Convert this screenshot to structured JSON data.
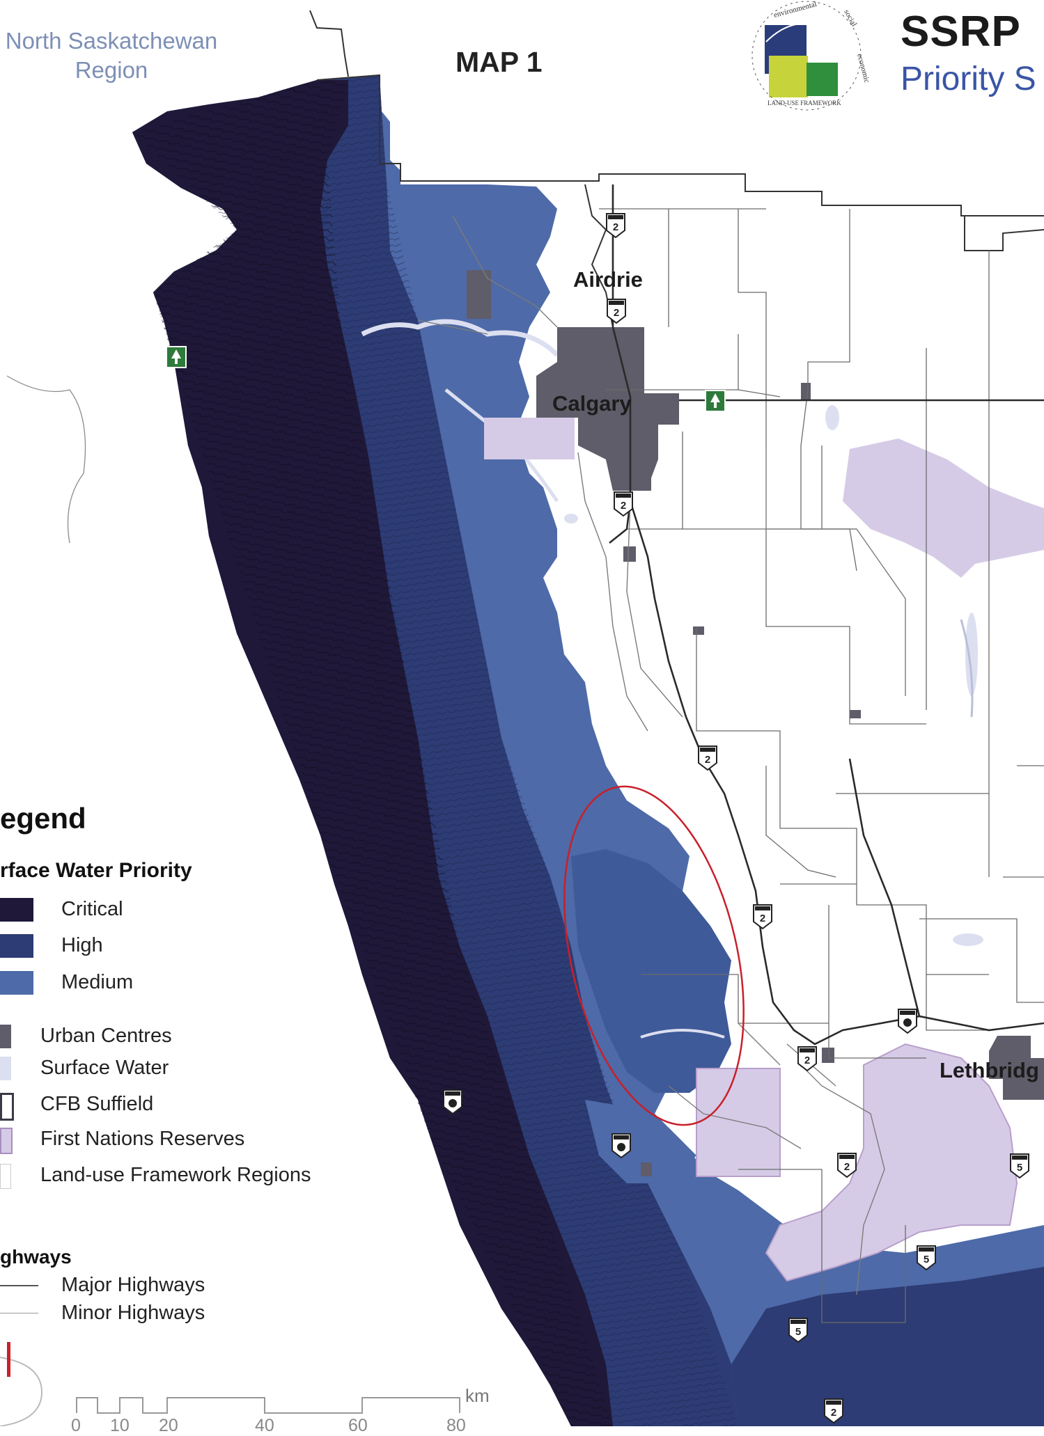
{
  "header": {
    "title": "SSRP",
    "subtitle": "Priority S",
    "logo_ring_words": [
      "environmental",
      "social",
      "economic"
    ],
    "logo_caption": "LAND-USE FRAMEWORK"
  },
  "map_title": "MAP 1",
  "region_label_line1": "North Saskatchewan",
  "region_label_line2": "Region",
  "cities": {
    "airdrie": "Airdrie",
    "calgary": "Calgary",
    "lethbridge": "Lethbridg"
  },
  "highway_shields": {
    "hwy2": "2",
    "hwy5": "5"
  },
  "legend": {
    "heading": "egend",
    "surface_water_priority": "rface Water Priority",
    "priority_items": [
      {
        "label": "Critical",
        "color": "#1f1838"
      },
      {
        "label": "High",
        "color": "#2d3c74"
      },
      {
        "label": "Medium",
        "color": "#4e6aa8"
      }
    ],
    "feature_items": [
      {
        "label": "Urban Centres",
        "color": "#5f5d6a"
      },
      {
        "label": "Surface Water",
        "color": "#dcdff0"
      },
      {
        "label": "CFB Suffield",
        "color": "#ffffff"
      },
      {
        "label": "First Nations Reserves",
        "color": "#d6cbe6"
      },
      {
        "label": "Land-use Framework Regions",
        "color": "#ffffff"
      }
    ],
    "highways_heading": "ghways",
    "highway_items": [
      {
        "label": "Major Highways"
      },
      {
        "label": "Minor Highways"
      }
    ]
  },
  "scale_bar": {
    "unit": "km",
    "ticks": [
      "0",
      "10",
      "20",
      "40",
      "60",
      "80"
    ]
  },
  "colors": {
    "critical": "#1f1838",
    "high": "#2d3c74",
    "medium": "#4e6aa8",
    "urban": "#5f5d6a",
    "reserve": "#d6cbe6",
    "surface_water": "#dcdff0",
    "highlight_ellipse": "#c8202a"
  }
}
